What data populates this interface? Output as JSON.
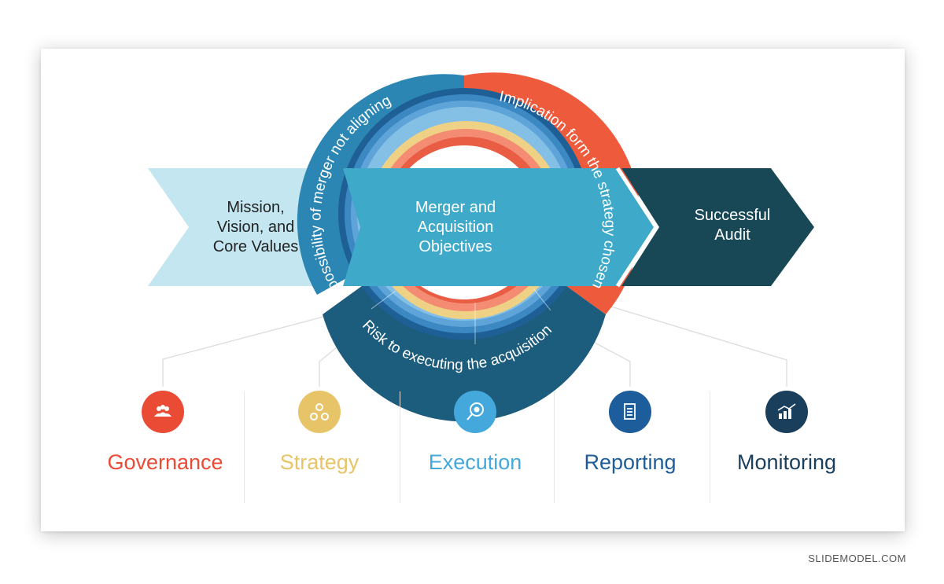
{
  "diagram": {
    "left_arrow": {
      "text": "Mission,\nVision, and\nCore Values",
      "color": "#c3e6f0"
    },
    "center_band": {
      "text": "Merger and\nAcquisition\nObjectives",
      "color": "#3fa9c9"
    },
    "right_arrow": {
      "text": "Successful\nAudit",
      "color": "#184855"
    },
    "ring_segments": [
      {
        "text": "possibility of merger not aligning",
        "color": "#2c86b3"
      },
      {
        "text": "Implication form the strategy chosen",
        "color": "#ee5a3c"
      },
      {
        "text": "Risk to executing the acquisition",
        "color": "#1c5c7c"
      }
    ],
    "inner_ring_colors": [
      "#1e5f96",
      "#3c88c3",
      "#5ea4d8",
      "#84c0e6",
      "#efd186",
      "#f38c72",
      "#e95d44"
    ]
  },
  "categories": [
    {
      "label": "Governance",
      "icon": "people-icon",
      "color": "#e94b35"
    },
    {
      "label": "Strategy",
      "icon": "gears-icon",
      "color": "#e7c468"
    },
    {
      "label": "Execution",
      "icon": "magnifier-eye-icon",
      "color": "#45a8dc"
    },
    {
      "label": "Reporting",
      "icon": "document-icon",
      "color": "#1e5d9b"
    },
    {
      "label": "Monitoring",
      "icon": "bar-chart-icon",
      "color": "#1a3f5c"
    }
  ],
  "footer": {
    "brand": "SLIDEMODEL.COM"
  }
}
